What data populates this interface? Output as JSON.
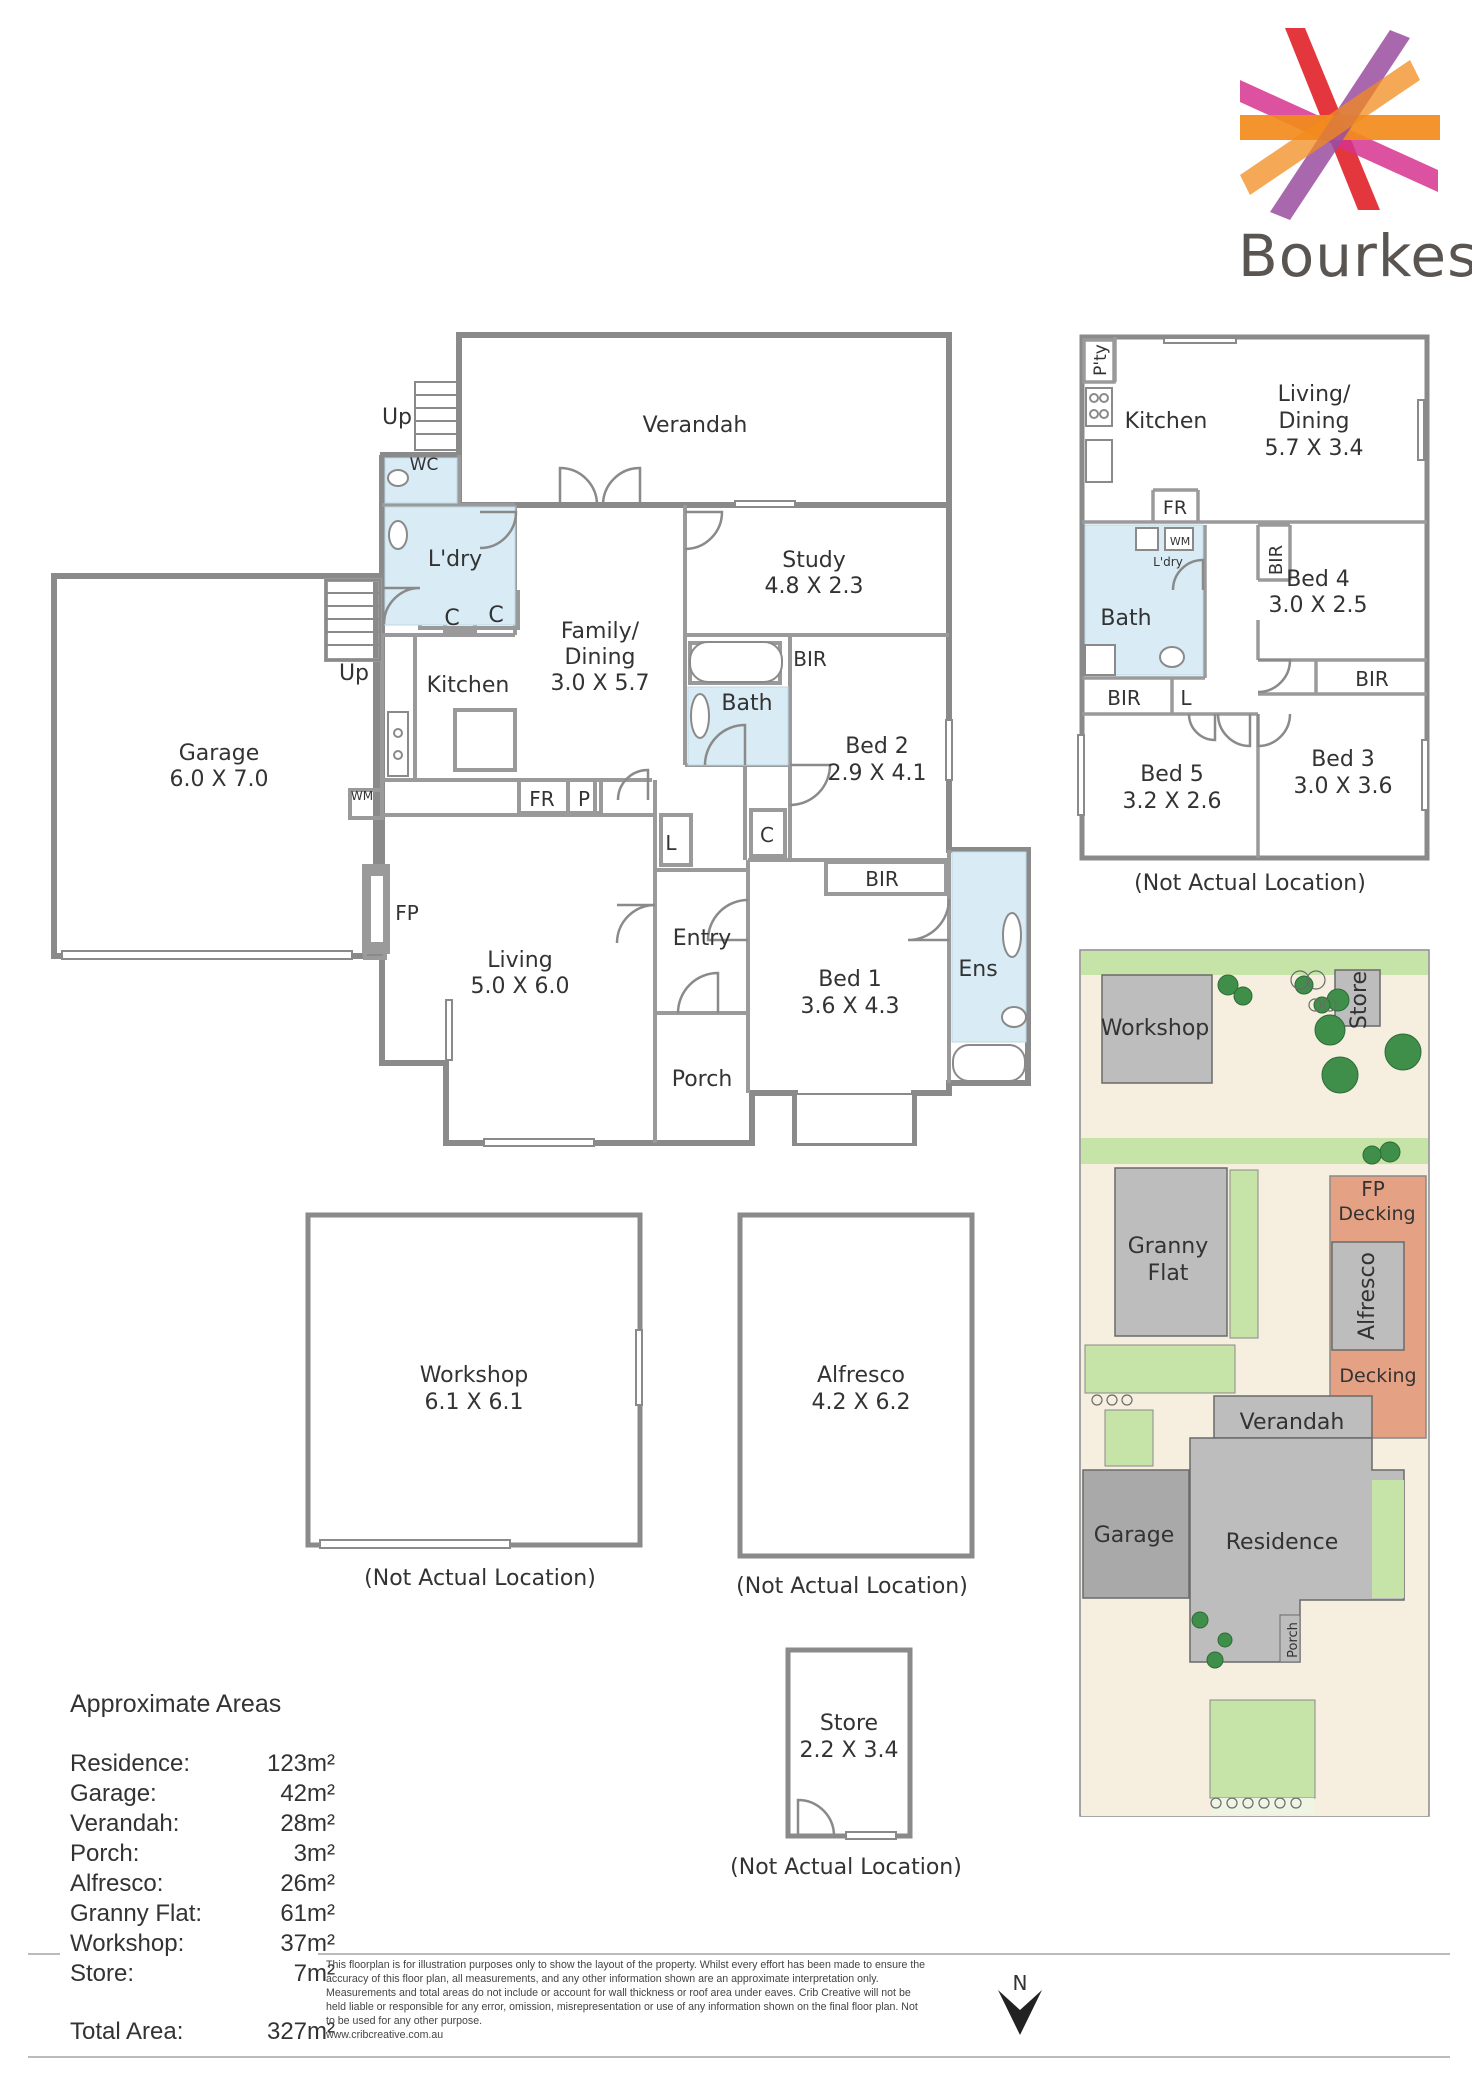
{
  "brand": {
    "name": "Bourkes",
    "colors": {
      "red": "#e2262c",
      "orange": "#f28b1c",
      "magenta": "#d6338f",
      "purple": "#9a4ea0"
    }
  },
  "main_plan": {
    "verandah": "Verandah",
    "up1": "Up",
    "up2": "Up",
    "wc": "WC",
    "laundry": "L'dry",
    "cupboard": "C",
    "study": {
      "name": "Study",
      "dims": "4.8 X 2.3"
    },
    "family_dining": {
      "name1": "Family/",
      "name2": "Dining",
      "dims": "3.0 X 5.7"
    },
    "kitchen": "Kitchen",
    "bath": "Bath",
    "bir": "BIR",
    "bed2": {
      "name": "Bed 2",
      "dims": "2.9 X 4.1"
    },
    "garage": {
      "name": "Garage",
      "dims": "6.0 X 7.0"
    },
    "wm": "WM",
    "fr": "FR",
    "pantry": "P",
    "linen": "L",
    "fireplace": "FP",
    "living": {
      "name": "Living",
      "dims": "5.0 X 6.0"
    },
    "entry": "Entry",
    "bed1": {
      "name": "Bed 1",
      "dims": "3.6 X 4.3"
    },
    "ensuite": "Ens",
    "porch": "Porch"
  },
  "granny_flat": {
    "pantry": "P'ty",
    "kitchen": "Kitchen",
    "living": {
      "name1": "Living/",
      "name2": "Dining",
      "dims": "5.7 X 3.4"
    },
    "fr": "FR",
    "wm": "WM",
    "laundry": "L'dry",
    "bath": "Bath",
    "bir": "BIR",
    "bed4": {
      "name": "Bed 4",
      "dims": "3.0 X 2.5"
    },
    "linen": "L",
    "bed5": {
      "name": "Bed 5",
      "dims": "3.2 X 2.6"
    },
    "bed3": {
      "name": "Bed 3",
      "dims": "3.0 X 3.6"
    },
    "note": "(Not Actual Location)"
  },
  "workshop": {
    "name": "Workshop",
    "dims": "6.1 X 6.1",
    "note": "(Not Actual Location)"
  },
  "alfresco": {
    "name": "Alfresco",
    "dims": "4.2 X 6.2",
    "note": "(Not Actual Location)"
  },
  "store": {
    "name": "Store",
    "dims": "2.2 X 3.4",
    "note": "(Not Actual Location)"
  },
  "site_plan": {
    "workshop": "Workshop",
    "store": "Store",
    "fp": "FP",
    "decking_top": "Decking",
    "granny_flat1": "Granny",
    "granny_flat2": "Flat",
    "alfresco": "Alfresco",
    "decking_bottom": "Decking",
    "verandah": "Verandah",
    "garage": "Garage",
    "residence": "Residence",
    "porch": "Porch",
    "colors": {
      "lawn": "#eef5e4",
      "grass": "#c6e3a8",
      "building": "#bdbdbd",
      "deck": "#e5a184",
      "tree": "#3f8f4a"
    }
  },
  "areas": {
    "title": "Approximate Areas",
    "rows": [
      {
        "label": "Residence:",
        "value": "123m²"
      },
      {
        "label": "Garage:",
        "value": "42m²"
      },
      {
        "label": "Verandah:",
        "value": "28m²"
      },
      {
        "label": "Porch:",
        "value": "3m²"
      },
      {
        "label": "Alfresco:",
        "value": "26m²"
      },
      {
        "label": "Granny Flat:",
        "value": "61m²"
      },
      {
        "label": "Workshop:",
        "value": "37m²"
      },
      {
        "label": "Store:",
        "value": "7m²"
      }
    ],
    "total_label": "Total Area:",
    "total_value": "327m²"
  },
  "disclaimer": {
    "text": "This floorplan is for illustration purposes only to show the layout of the property. Whilst every effort has been made to ensure the accuracy of this floor plan, all measurements, and any other information shown are an approximate interpretation only. Measurements and total areas do not include or account for wall thickness or roof area under eaves. Crib Creative will not be held liable or responsible for any error, omission, misrepresentation or use of any information shown on the final floor plan. Not to be used for any other purpose.",
    "url": "www.cribcreative.com.au"
  },
  "north": "N"
}
